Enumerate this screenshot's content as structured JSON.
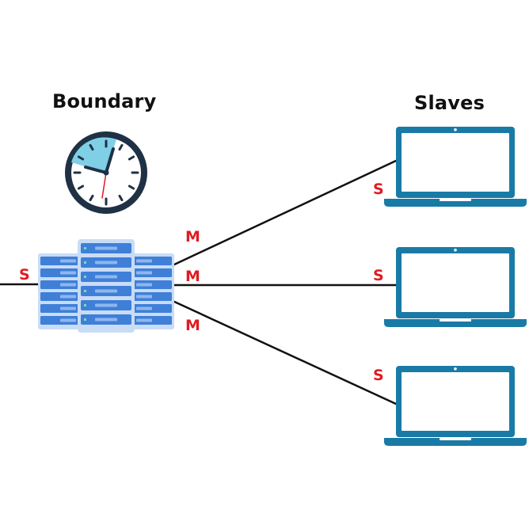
{
  "titles": {
    "left": "Boundary",
    "right": "Slaves"
  },
  "ports": {
    "upstream": "S",
    "master_top": "M",
    "master_middle": "M",
    "master_bottom": "M",
    "slave_top": "S",
    "slave_middle": "S",
    "slave_bottom": "S"
  },
  "colors": {
    "label_red": "#e01b22",
    "laptop_blue": "#1a7aa6",
    "server_blue": "#3f7fd8",
    "server_slot": "#8fb7ee",
    "clock_rim": "#1f3144",
    "clock_face": "#ffffff",
    "clock_sector": "#7fcfe6",
    "line": "#111111"
  },
  "icons": [
    "clock-icon",
    "server-rack-icon",
    "laptop-icon"
  ]
}
